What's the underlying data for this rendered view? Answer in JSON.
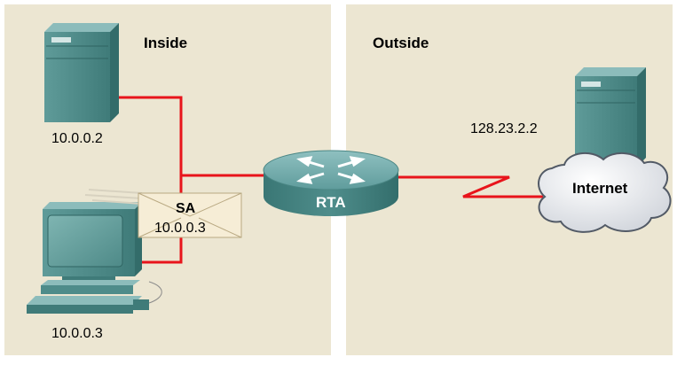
{
  "zones": {
    "inside_label": "Inside",
    "outside_label": "Outside"
  },
  "hosts": {
    "inside_server_ip": "10.0.0.2",
    "inside_pc_ip": "10.0.0.3",
    "outside_server_ip": "128.23.2.2"
  },
  "router": {
    "label": "RTA"
  },
  "packet": {
    "field": "SA",
    "address": "10.0.0.3"
  },
  "cloud": {
    "label": "Internet"
  },
  "colors": {
    "zone_bg": "#ece6d2",
    "link": "#e8141b",
    "device": "#4e8c8a",
    "packet_bg": "#f6edd6"
  }
}
